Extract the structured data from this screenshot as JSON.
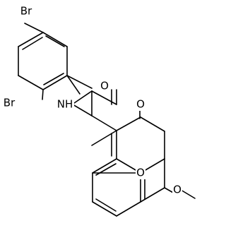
{
  "molecule": {
    "atom_labels": {
      "br_para": "Br",
      "br_ortho": "Br",
      "amide_nh": "NH",
      "amide_o": "O",
      "lactone_carbonyl_o": "O",
      "ring_o": "O",
      "methoxy_o": "O"
    }
  }
}
